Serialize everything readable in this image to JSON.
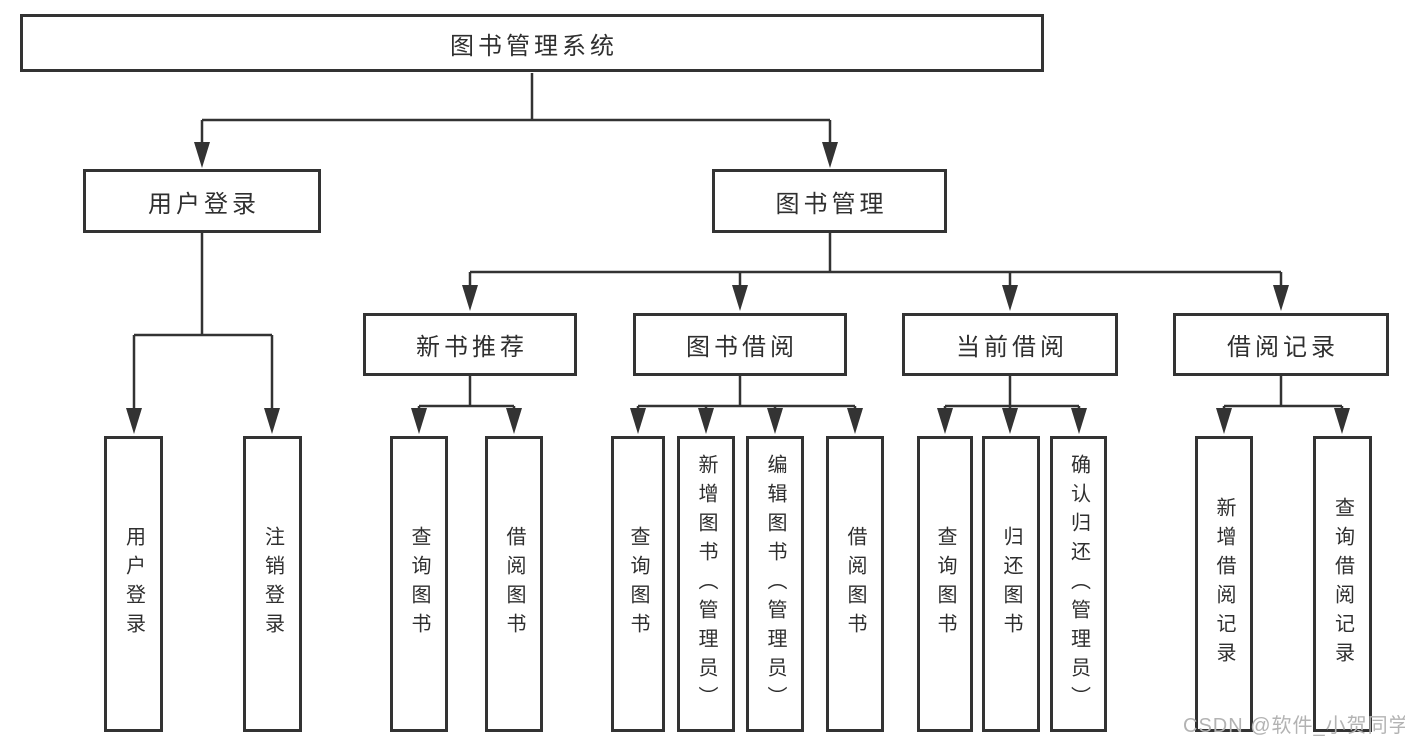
{
  "tree": {
    "label": "图书管理系统",
    "children": [
      {
        "label": "用户登录",
        "children": [
          {
            "label": "用户登录"
          },
          {
            "label": "注销登录"
          }
        ]
      },
      {
        "label": "图书管理",
        "children": [
          {
            "label": "新书推荐",
            "children": [
              {
                "label": "查询图书"
              },
              {
                "label": "借阅图书"
              }
            ]
          },
          {
            "label": "图书借阅",
            "children": [
              {
                "label": "查询图书"
              },
              {
                "label": "新增图书（管理员）"
              },
              {
                "label": "编辑图书（管理员）"
              },
              {
                "label": "借阅图书"
              }
            ]
          },
          {
            "label": "当前借阅",
            "children": [
              {
                "label": "查询图书"
              },
              {
                "label": "归还图书"
              },
              {
                "label": "确认归还（管理员）"
              }
            ]
          },
          {
            "label": "借阅记录",
            "children": [
              {
                "label": "新增借阅记录"
              },
              {
                "label": "查询借阅记录"
              }
            ]
          }
        ]
      }
    ]
  },
  "watermark": {
    "text": "CSDN @软件_小贺同学"
  },
  "colors": {
    "line": "#333333",
    "box_border": "#333333",
    "text": "#2f2f2f",
    "watermark": "#b3b3b3",
    "background": "#ffffff"
  }
}
